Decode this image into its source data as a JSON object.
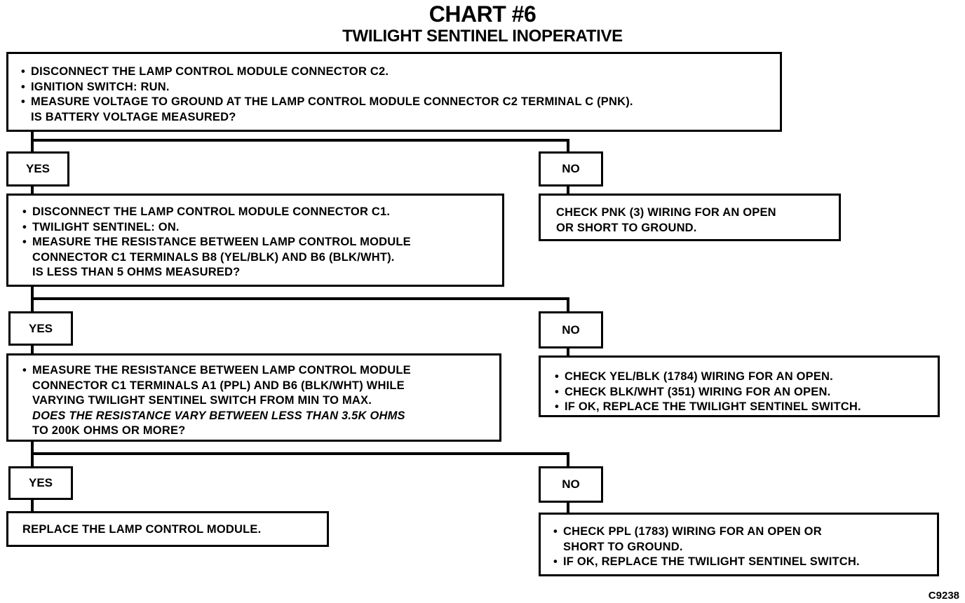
{
  "title": "CHART #6",
  "subtitle": "TWILIGHT SENTINEL INOPERATIVE",
  "step1": {
    "bullets": [
      "DISCONNECT THE LAMP CONTROL MODULE CONNECTOR C2.",
      "IGNITION SWITCH: RUN.",
      "MEASURE VOLTAGE TO GROUND AT THE LAMP CONTROL MODULE CONNECTOR C2 TERMINAL C (PNK)."
    ],
    "question": "IS BATTERY VOLTAGE MEASURED?"
  },
  "answers": {
    "yes": "YES",
    "no": "NO"
  },
  "no1": {
    "lines": [
      "CHECK PNK (3) WIRING FOR AN OPEN",
      "OR SHORT TO GROUND."
    ]
  },
  "step2": {
    "bullets": [
      "DISCONNECT THE LAMP CONTROL MODULE CONNECTOR C1.",
      "TWILIGHT SENTINEL: ON.",
      "MEASURE THE RESISTANCE BETWEEN LAMP CONTROL MODULE"
    ],
    "cont": [
      "CONNECTOR C1 TERMINALS B8 (YEL/BLK) AND B6 (BLK/WHT).",
      "IS LESS THAN 5 OHMS MEASURED?"
    ]
  },
  "no2": {
    "bullets": [
      "CHECK YEL/BLK (1784) WIRING FOR AN OPEN.",
      "CHECK BLK/WHT (351) WIRING FOR AN OPEN.",
      "IF OK, REPLACE THE TWILIGHT SENTINEL SWITCH."
    ]
  },
  "step3": {
    "bullet": "MEASURE THE RESISTANCE BETWEEN LAMP CONTROL MODULE",
    "cont": [
      "CONNECTOR C1 TERMINALS A1 (PPL) AND B6 (BLK/WHT) WHILE",
      "VARYING TWILIGHT SENTINEL SWITCH FROM MIN TO MAX.",
      "DOES THE RESISTANCE VARY BETWEEN LESS THAN 3.5K OHMS",
      "TO 200K OHMS OR MORE?"
    ]
  },
  "yes3": {
    "text": "REPLACE THE LAMP CONTROL MODULE."
  },
  "no3": {
    "bullet1": "CHECK PPL (1783) WIRING FOR AN OPEN OR",
    "bullet1_cont": "SHORT TO GROUND.",
    "bullet2": "IF OK, REPLACE THE TWILIGHT SENTINEL SWITCH."
  },
  "figure_code": "C9238"
}
